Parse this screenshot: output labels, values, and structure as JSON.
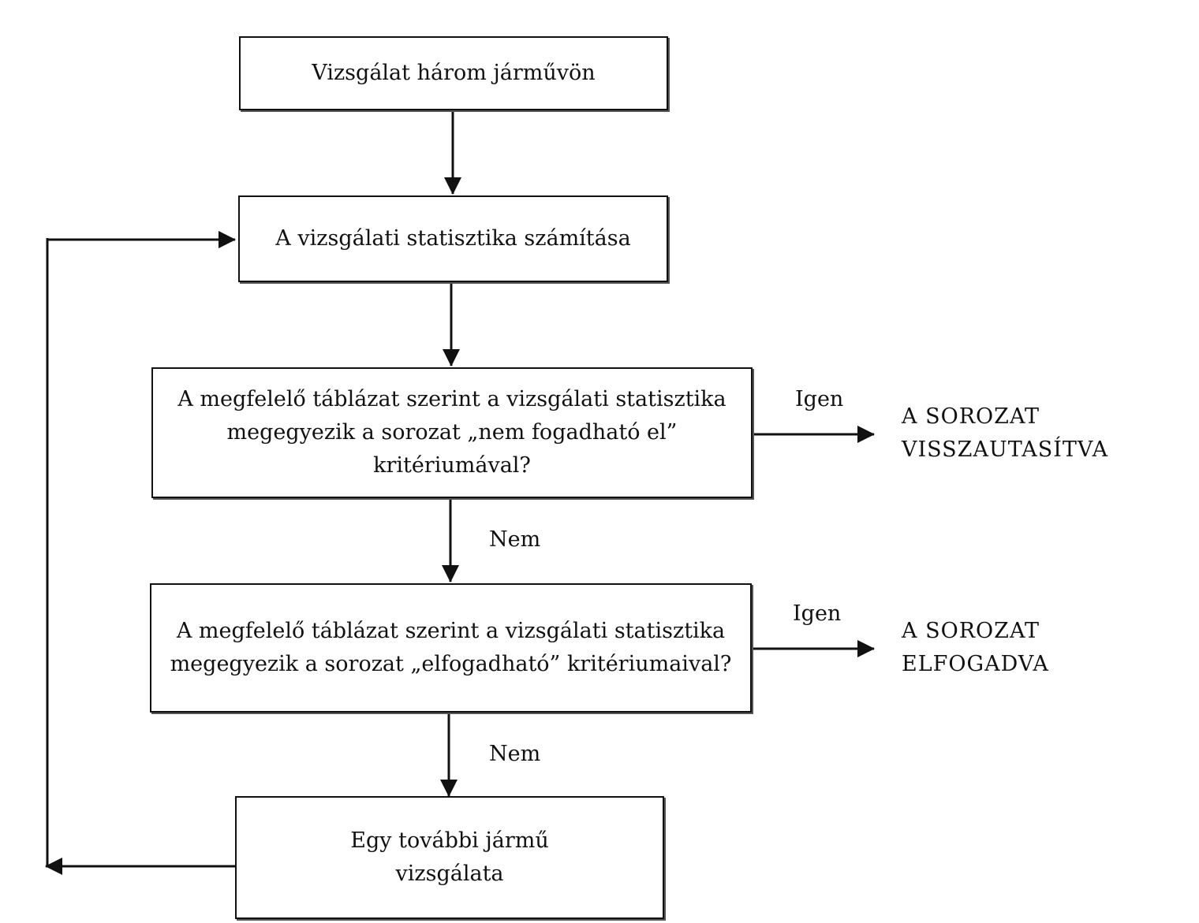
{
  "steps": {
    "start": {
      "lines": [
        "Vizsgálat három járművön"
      ]
    },
    "compute": {
      "lines": [
        "A vizsgálati statisztika számítása"
      ]
    },
    "reject_check": {
      "lines": [
        "A megfelelő táblázat szerint a vizsgálati statisztika",
        "megegyezik a sorozat „nem fogadható el”",
        "kritériumával?"
      ]
    },
    "accept_check": {
      "lines": [
        "A megfelelő táblázat szerint a vizsgálati statisztika",
        "megegyezik a sorozat „elfogadható” kritériumaival?"
      ]
    },
    "additional": {
      "lines": [
        "Egy további jármű",
        "vizsgálata"
      ]
    }
  },
  "edge_labels": {
    "yes_1": "Igen",
    "no_1": "Nem",
    "yes_2": "Igen",
    "no_2": "Nem"
  },
  "outcomes": {
    "rejected": {
      "lines": [
        "A SOROZAT",
        "VISSZAUTASÍTVA"
      ]
    },
    "accepted": {
      "lines": [
        "A SOROZAT",
        "ELFOGADVA"
      ]
    }
  }
}
